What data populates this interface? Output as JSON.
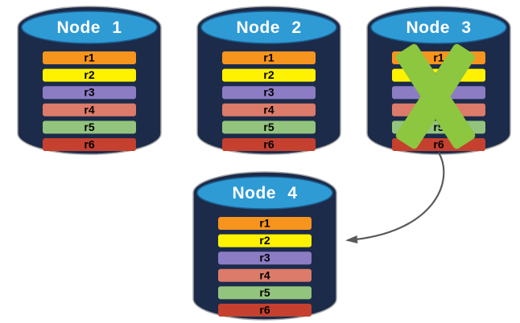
{
  "diagram": {
    "nodes": [
      {
        "label": "Node 1",
        "status": "active",
        "replicas": [
          "r1",
          "r2",
          "r3",
          "r4",
          "r5",
          "r6"
        ]
      },
      {
        "label": "Node 2",
        "status": "active",
        "replicas": [
          "r1",
          "r2",
          "r3",
          "r4",
          "r5",
          "r6"
        ]
      },
      {
        "label": "Node 3",
        "status": "failed",
        "replicas": [
          "r1",
          "r2",
          "r3",
          "r4",
          "r5",
          "r6"
        ]
      },
      {
        "label": "Node 4",
        "status": "active",
        "replicas": [
          "r1",
          "r2",
          "r3",
          "r4",
          "r5",
          "r6"
        ]
      }
    ],
    "arrow": {
      "from": "Node 3",
      "to": "Node 4"
    },
    "palette": {
      "replica_colors": {
        "r1": "#F7941D",
        "r2": "#FFF200",
        "r3": "#8C7CC4",
        "r4": "#DC7B69",
        "r5": "#93C47D",
        "r6": "#C5402E"
      },
      "cylinder_body": "#1C2B4A",
      "cylinder_top": "#2E9BD5",
      "failure_x": "#8DC63F",
      "arrow": "#5A5A5A"
    }
  }
}
